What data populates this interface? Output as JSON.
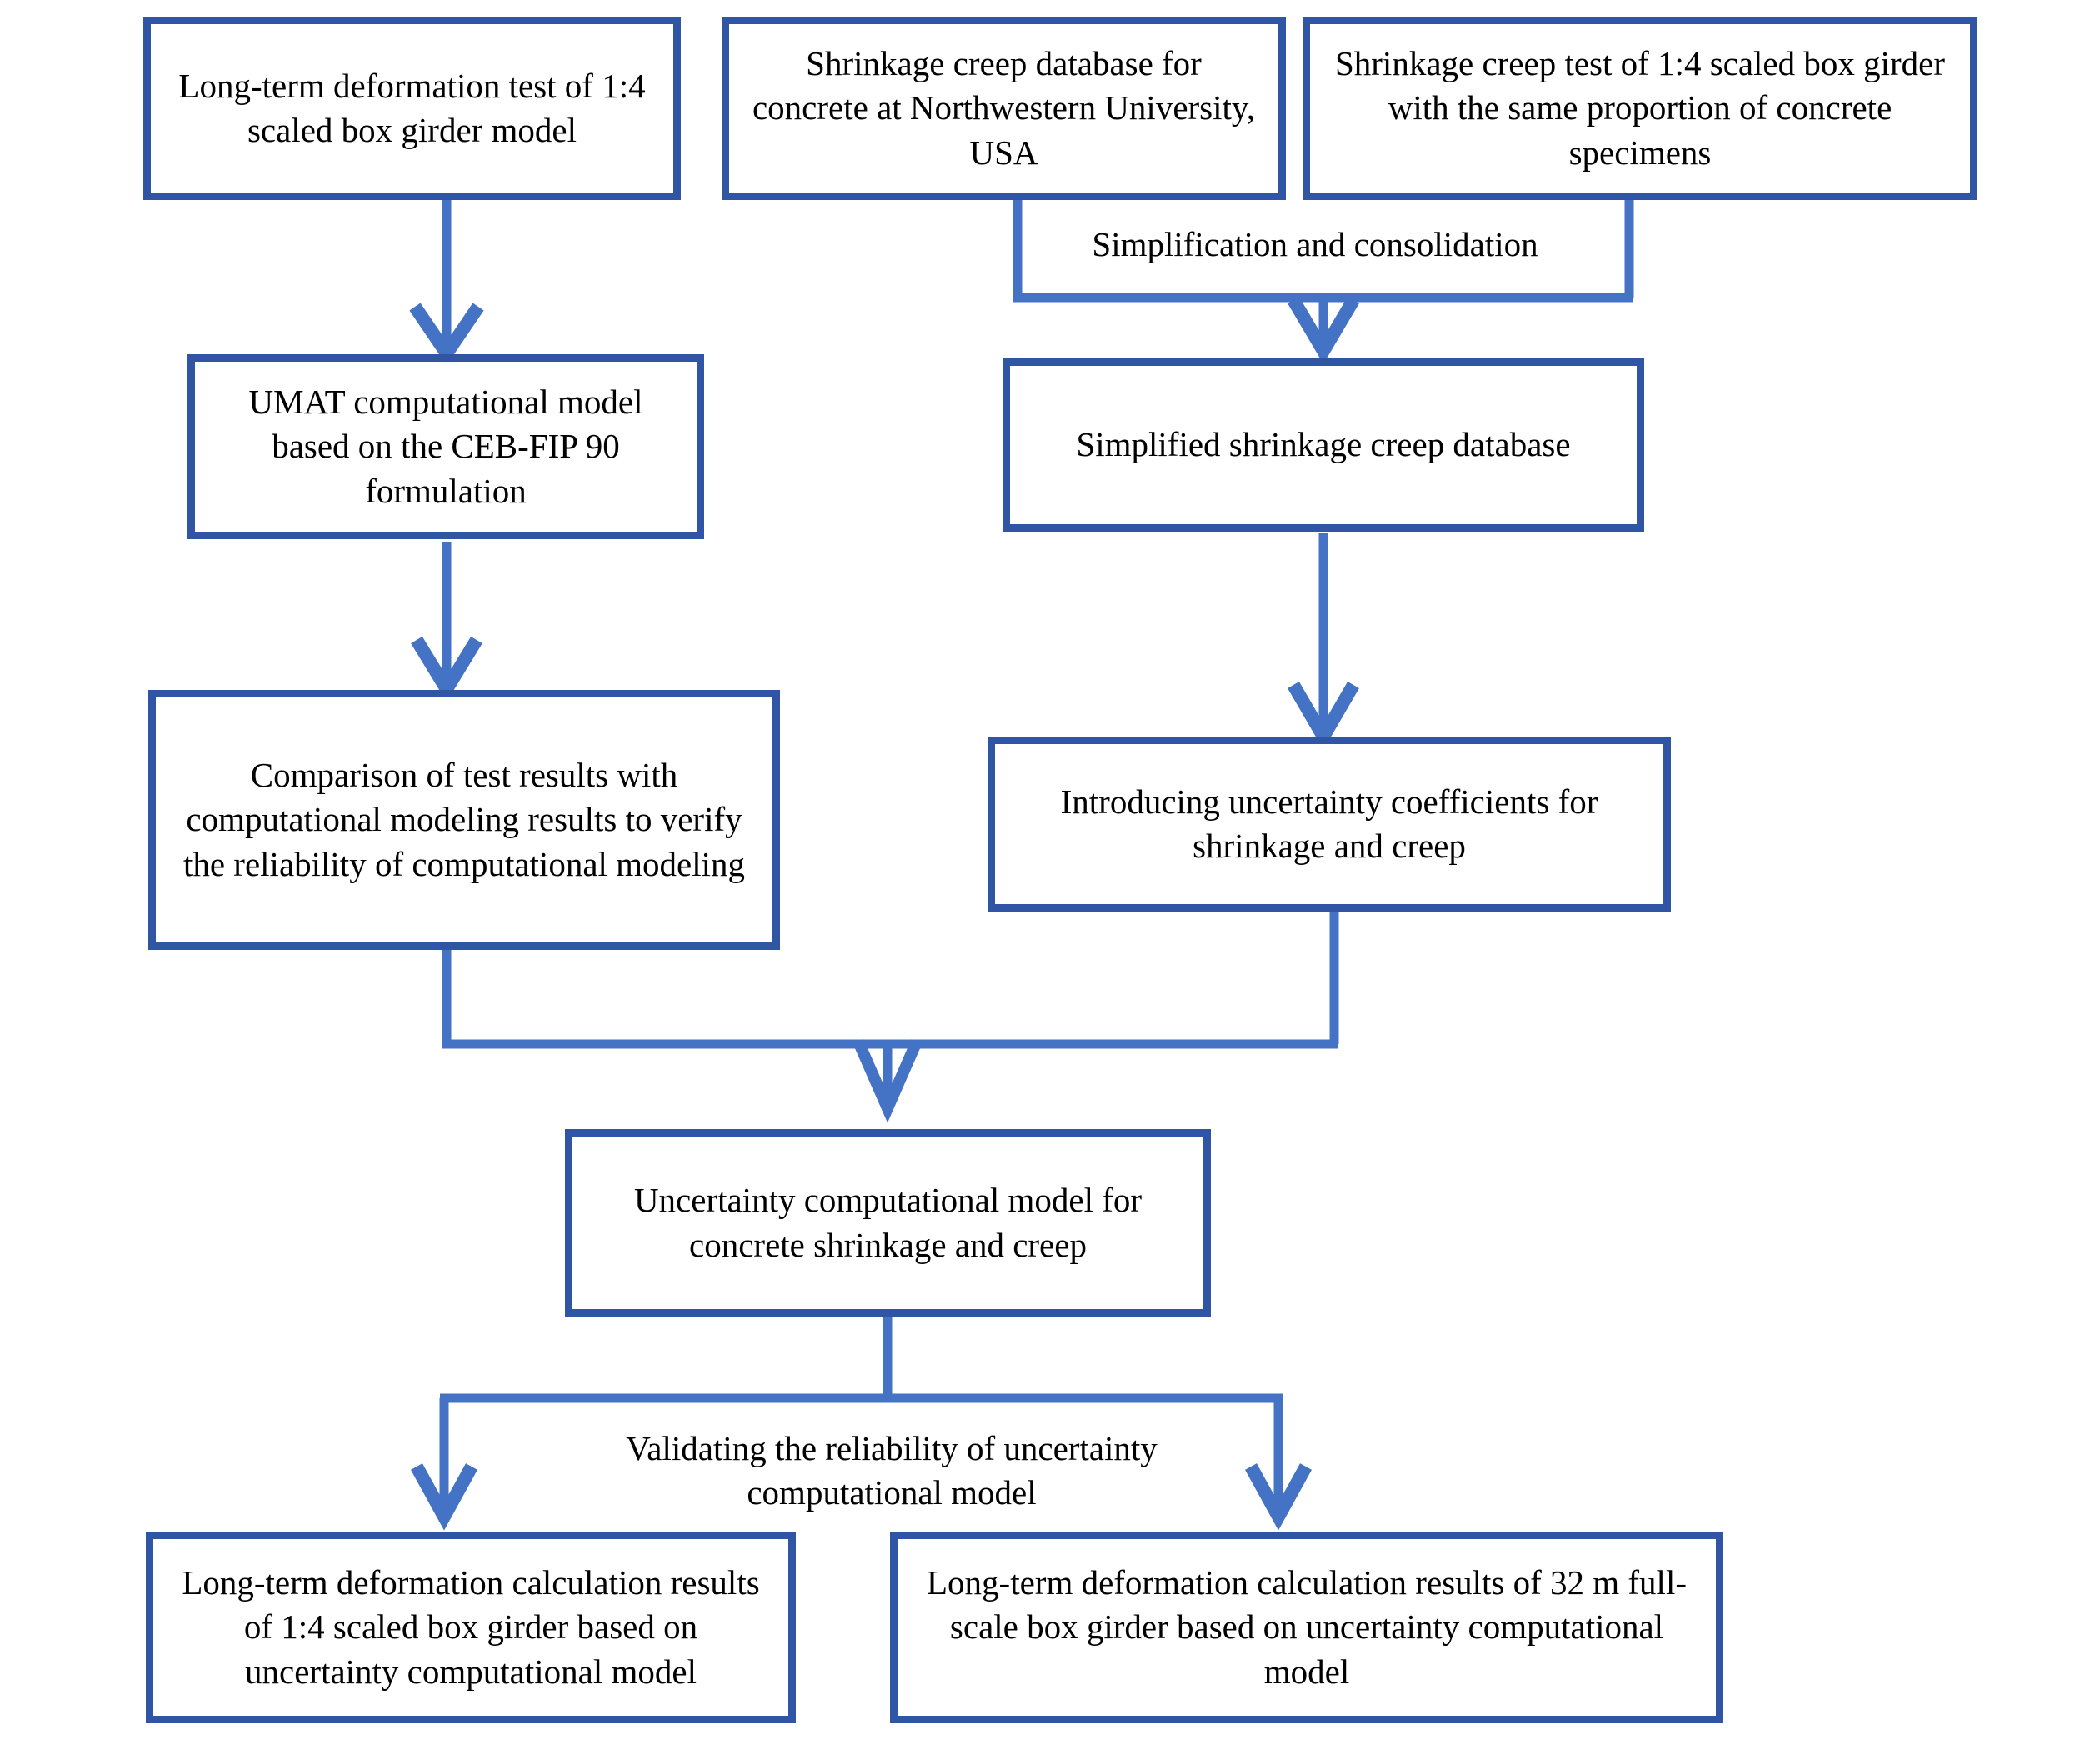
{
  "diagram": {
    "type": "flowchart",
    "title": "",
    "colors": {
      "box_border": "#2f55a4",
      "arrow": "#4472c4",
      "text": "#000000",
      "background": "#ffffff"
    },
    "nodes": [
      {
        "id": "long-term-deformation-test",
        "label": "Long-term deformation test of 1:4 scaled box girder model"
      },
      {
        "id": "shrinkage-creep-database-nwu",
        "label": "Shrinkage creep database for concrete at Northwestern University, USA"
      },
      {
        "id": "shrinkage-creep-test-scaled-box-girder",
        "label": "Shrinkage creep test of 1:4 scaled box girder with the same proportion of concrete specimens"
      },
      {
        "id": "umat-computational-model",
        "label": "UMAT computational model based on the CEB-FIP 90 formulation"
      },
      {
        "id": "simplified-shrinkage-creep-database",
        "label": "Simplified shrinkage creep database"
      },
      {
        "id": "comparison-of-test-results",
        "label": "Comparison of test results with computational modeling results to verify the reliability of computational modeling"
      },
      {
        "id": "introducing-uncertainty-coefficients",
        "label": "Introducing uncertainty coefficients for shrinkage and creep"
      },
      {
        "id": "uncertainty-computational-model",
        "label": "Uncertainty computational model for concrete shrinkage and creep"
      },
      {
        "id": "long-term-deformation-scaled-results",
        "label": "Long-term deformation calculation results of 1:4 scaled box girder based on uncertainty computational model"
      },
      {
        "id": "long-term-deformation-fullscale-results",
        "label": "Long-term deformation calculation results of 32 m full-scale box girder based on uncertainty computational model"
      }
    ],
    "edge_labels": [
      {
        "id": "simplification-and-consolidation",
        "label": "Simplification and consolidation"
      },
      {
        "id": "validating-the-reliability",
        "label": "Validating the reliability of uncertainty computational model"
      }
    ]
  }
}
